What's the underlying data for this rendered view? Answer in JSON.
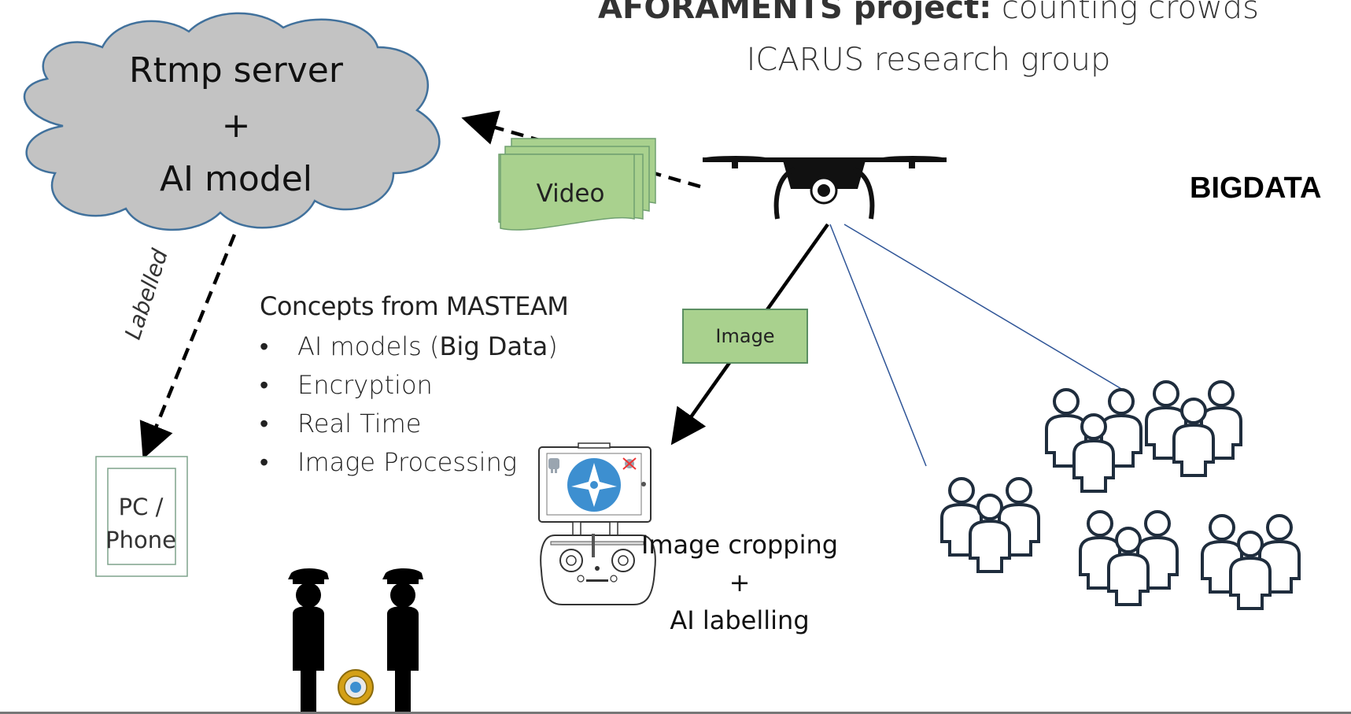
{
  "title": {
    "line1_bold": "AFORAMENTS project:",
    "line1_rest": " counting crowds",
    "line2": "ICARUS research group"
  },
  "bigdata_label": "BIGDATA",
  "cloud": {
    "line1": "Rtmp server",
    "line2": "+",
    "line3": "AI model",
    "fill": "#c3c3c3",
    "stroke": "#41719c"
  },
  "video_label": "Video",
  "image_label": "Image",
  "labelled_label": "Labelled",
  "pc_label": {
    "line1": "PC /",
    "line2": "Phone"
  },
  "concepts": {
    "heading": "Concepts from MASTEAM",
    "item1_pre": "AI models (",
    "item1_bold": "Big Data",
    "item1_post": ")",
    "item2": "Encryption",
    "item3": "Real Time",
    "item4": "Image Processing"
  },
  "crop_text": {
    "line1": "Image cropping",
    "line2": "+",
    "line3": "AI labelling"
  },
  "colors": {
    "box_fill": "#a9d18e",
    "box_stroke": "#70a070",
    "people_stroke": "#1f2d3d",
    "drone_line": "#2f5597",
    "app_blue": "#3d8fd0",
    "badge_gold": "#d4a017"
  },
  "icons": [
    "cloud-icon",
    "drone-icon",
    "tablet-controller-icon",
    "crowd-icon",
    "police-icon",
    "pc-phone-icon",
    "android-icon",
    "apple-icon",
    "app-logo-icon",
    "police-badge-icon"
  ]
}
